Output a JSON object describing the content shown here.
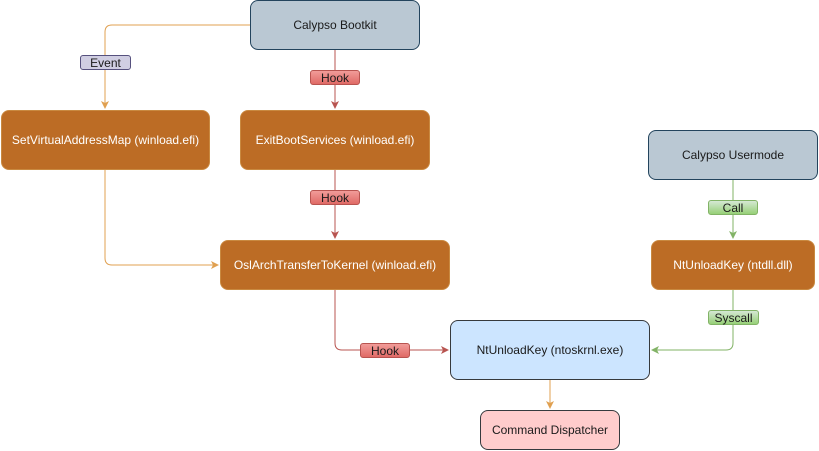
{
  "nodes": {
    "bootkit": "Calypso Bootkit",
    "set_virtual": "SetVirtualAddressMap (winload.efi)",
    "exit_boot": "ExitBootServices (winload.efi)",
    "osl_arch": "OslArchTransferToKernel (winload.efi)",
    "usermode": "Calypso Usermode",
    "ntdll": "NtUnloadKey (ntdll.dll)",
    "ntoskrnl": "NtUnloadKey (ntoskrnl.exe)",
    "dispatcher": "Command Dispatcher"
  },
  "edge_labels": {
    "event": "Event",
    "hook1": "Hook",
    "hook2": "Hook",
    "hook3": "Hook",
    "call": "Call",
    "syscall": "Syscall"
  },
  "colors": {
    "hook_edge": "#b85450",
    "event_edge": "#e0a050",
    "call_edge": "#82b366"
  }
}
